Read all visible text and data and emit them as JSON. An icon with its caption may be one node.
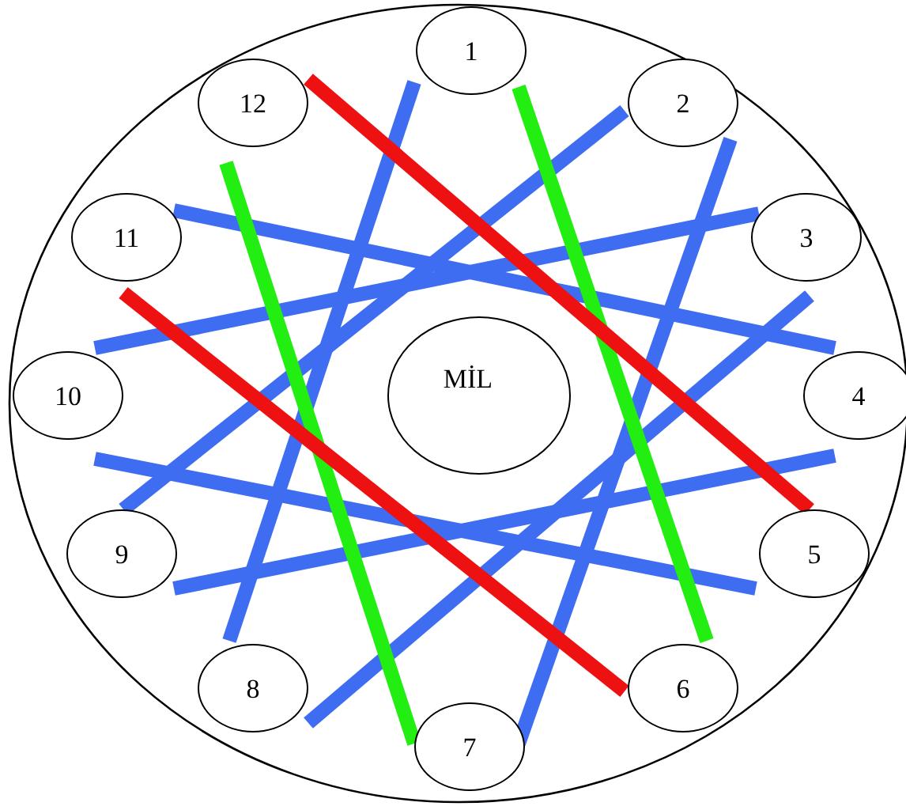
{
  "diagram": {
    "nodes": [
      {
        "text": [
          "1"
        ]
      },
      {
        "text": [
          "2"
        ]
      },
      {
        "text": [
          "3"
        ]
      },
      {
        "text": [
          "4"
        ]
      },
      {
        "text": [
          "5"
        ]
      },
      {
        "text": [
          "6"
        ]
      },
      {
        "text": [
          "7"
        ]
      },
      {
        "text": [
          "8"
        ]
      },
      {
        "text": [
          "9"
        ]
      },
      {
        "text": [
          "10"
        ]
      },
      {
        "text": [
          "11"
        ]
      },
      {
        "text": [
          "12"
        ]
      },
      {
        "text": [
          "MİL"
        ]
      }
    ],
    "edges": [
      {
        "from": 0,
        "to": 7,
        "arrow": "none"
      },
      {
        "from": 1,
        "to": 8,
        "arrow": "none"
      },
      {
        "from": 1,
        "to": 6,
        "arrow": "none"
      },
      {
        "from": 10,
        "to": 3,
        "arrow": "none"
      },
      {
        "from": 2,
        "to": 9,
        "arrow": "none"
      },
      {
        "from": 2,
        "to": 7,
        "arrow": "none"
      },
      {
        "from": 9,
        "to": 4,
        "arrow": "none"
      },
      {
        "from": 3,
        "to": 8,
        "arrow": "none"
      },
      {
        "from": 11,
        "to": 6,
        "arrow": "none",
        "color": "#22ee11"
      },
      {
        "from": 0,
        "to": 5,
        "arrow": "none",
        "color": "#22ee11"
      },
      {
        "from": 11,
        "to": 4,
        "arrow": "none",
        "color": "#ee1111"
      },
      {
        "from": 10,
        "to": 5,
        "arrow": "none",
        "color": "#ee1111"
      }
    ]
  }
}
